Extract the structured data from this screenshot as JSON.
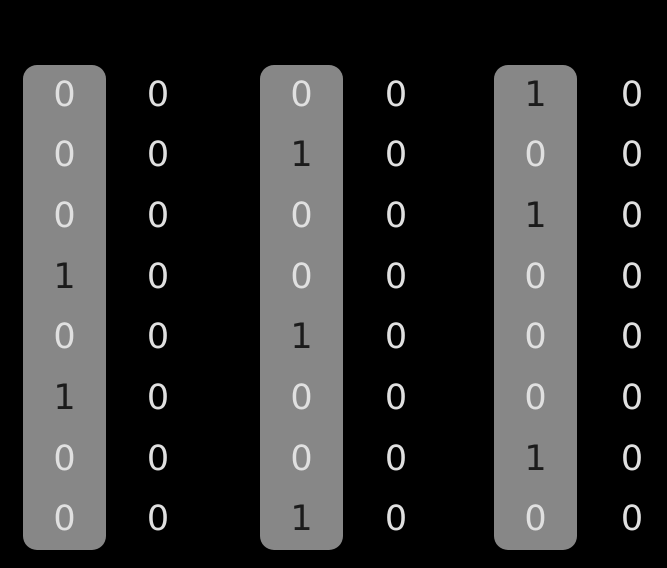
{
  "colors": {
    "background": "#000000",
    "pill_highlight": "#878787",
    "digit_light": "#e0e0e0",
    "digit_dark": "#1b1b1b"
  },
  "columns": [
    {
      "id": "vector-1",
      "highlighted": true,
      "values": [
        "0",
        "0",
        "0",
        "1",
        "0",
        "1",
        "0",
        "0"
      ]
    },
    {
      "id": "result-1",
      "highlighted": false,
      "values": [
        "0",
        "0",
        "0",
        "0",
        "0",
        "0",
        "0",
        "0"
      ]
    },
    {
      "id": "vector-2",
      "highlighted": true,
      "values": [
        "0",
        "1",
        "0",
        "0",
        "1",
        "0",
        "0",
        "1"
      ]
    },
    {
      "id": "result-2",
      "highlighted": false,
      "values": [
        "0",
        "0",
        "0",
        "0",
        "0",
        "0",
        "0",
        "0"
      ]
    },
    {
      "id": "vector-3",
      "highlighted": true,
      "values": [
        "1",
        "0",
        "1",
        "0",
        "0",
        "0",
        "1",
        "0"
      ]
    },
    {
      "id": "result-3",
      "highlighted": false,
      "values": [
        "0",
        "0",
        "0",
        "0",
        "0",
        "0",
        "0",
        "0"
      ]
    }
  ]
}
